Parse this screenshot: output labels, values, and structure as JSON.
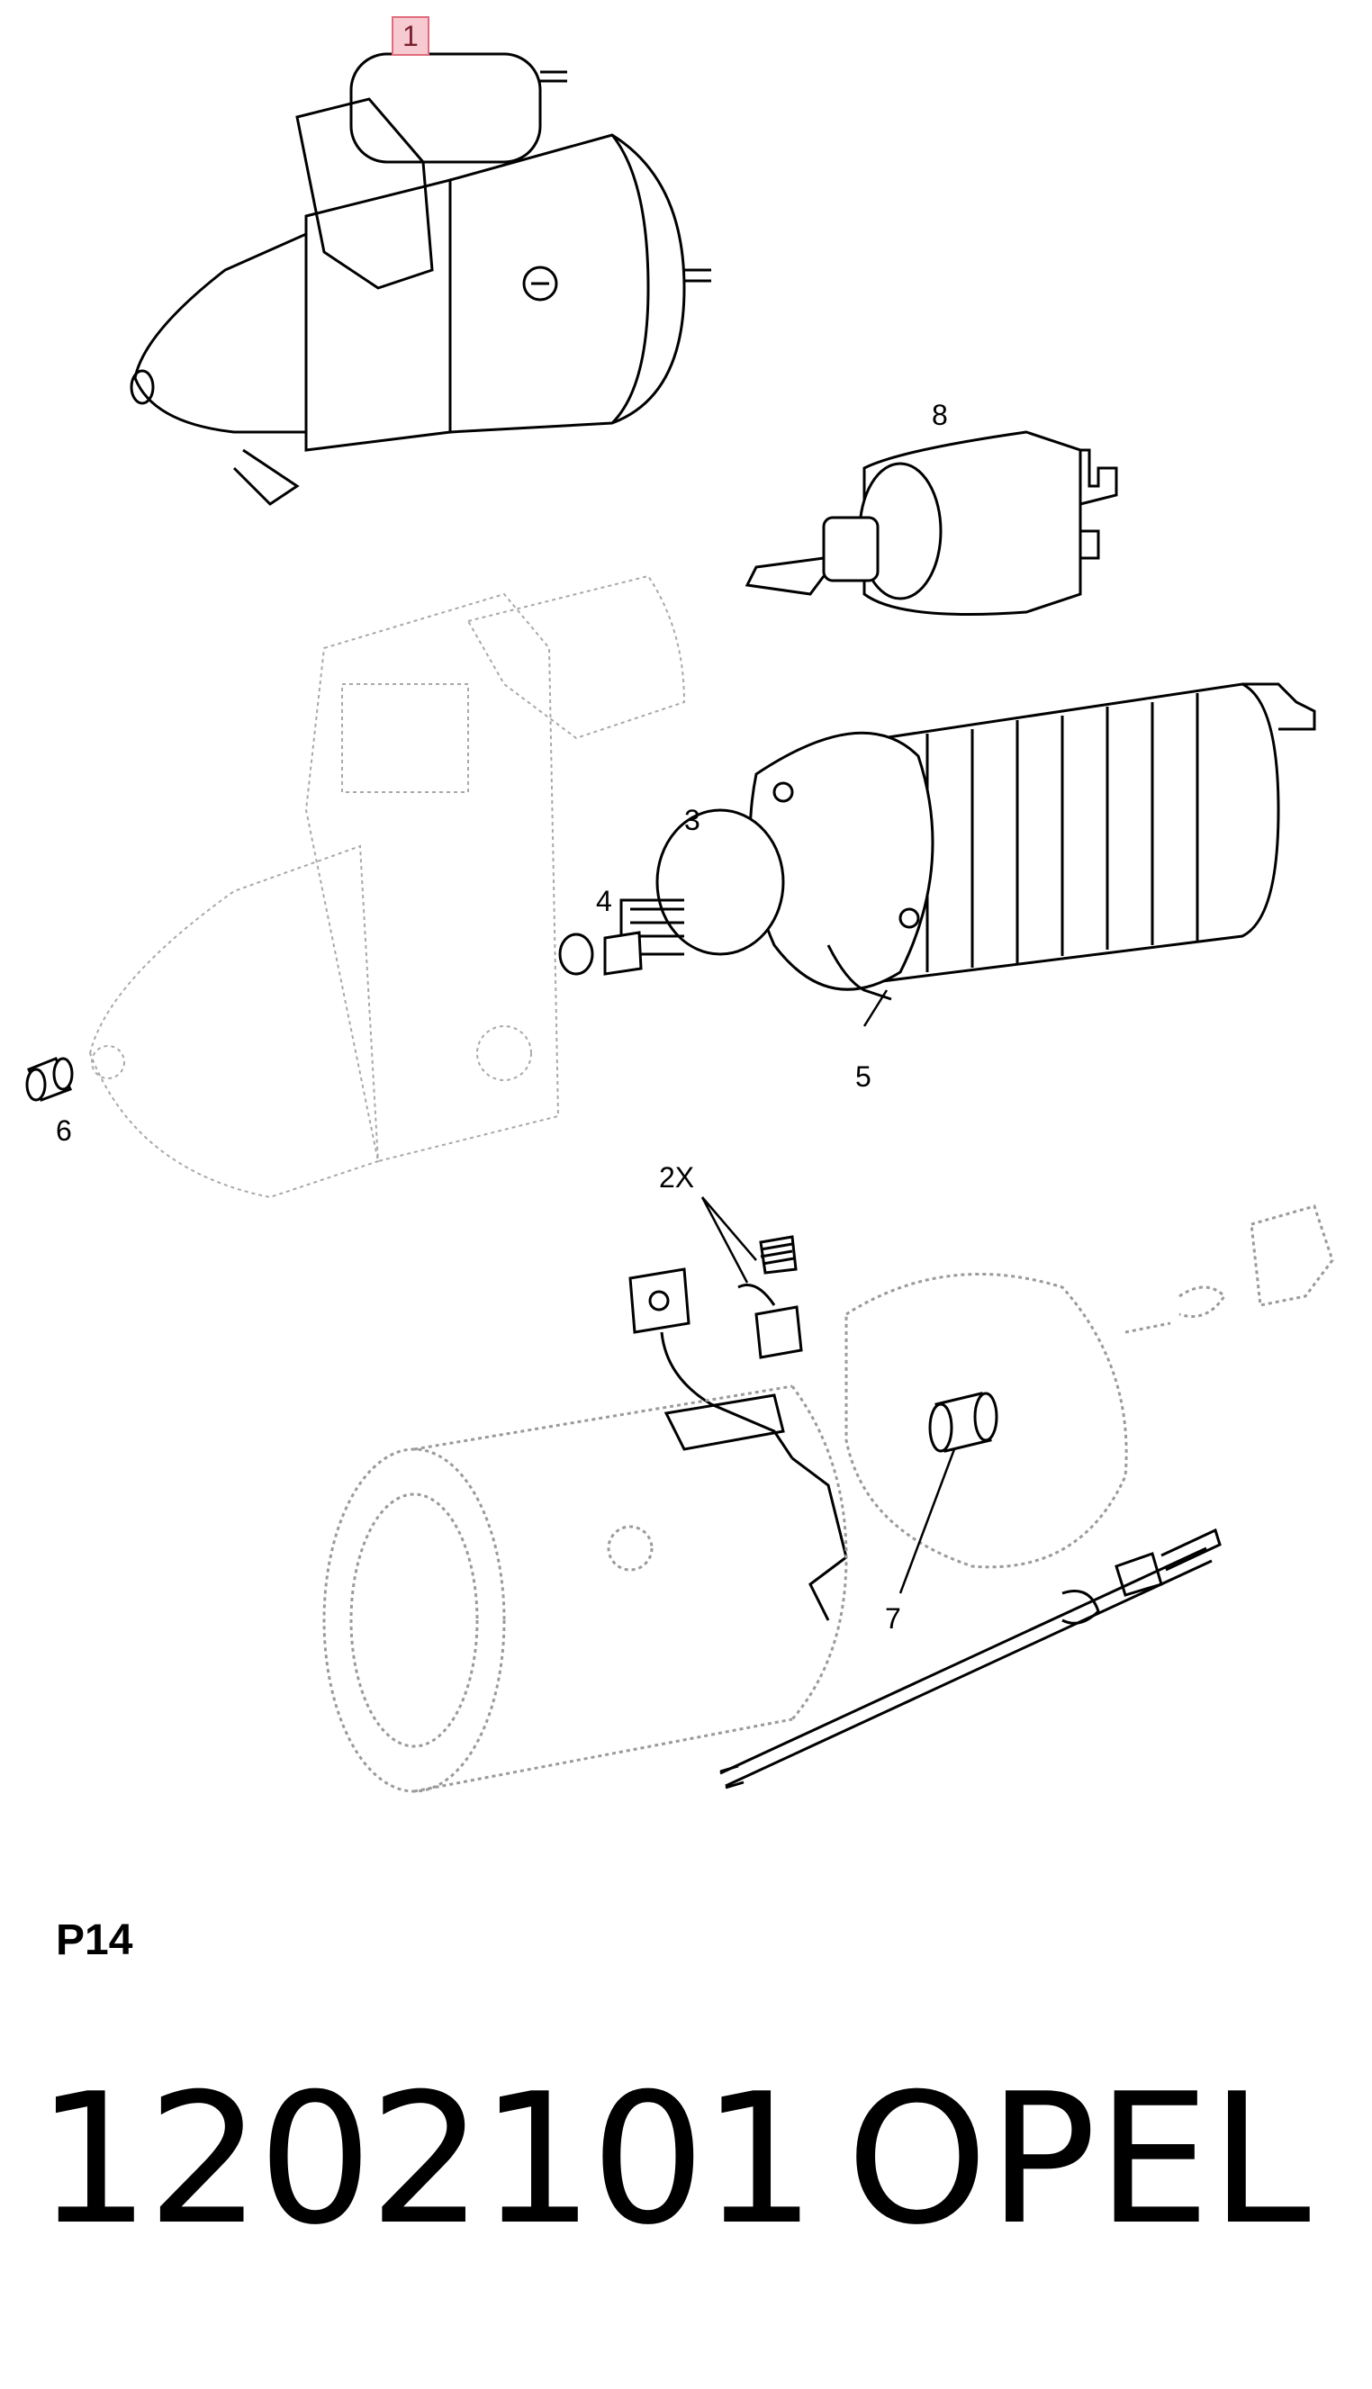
{
  "callouts": {
    "c1": "1",
    "c2x": "2X",
    "c3": "3",
    "c4": "4",
    "c5": "5",
    "c6": "6",
    "c7": "7",
    "c8": "8"
  },
  "page_code": "P14",
  "part_number": "1202101",
  "brand": "OPEL",
  "colors": {
    "line": "#000000",
    "ghost": "#9a9a9a",
    "highlight_border": "#e06b7c",
    "highlight_fill": "#f7c9d1"
  }
}
